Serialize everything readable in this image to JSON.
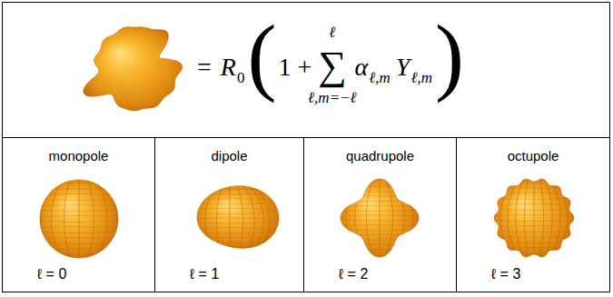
{
  "diagram": {
    "nodes": [
      {
        "text": [
          "=",
          "R",
          "0",
          "(",
          "1 +",
          "ℓ",
          "∑",
          "ℓ,m=−ℓ",
          "α",
          "ℓ,m",
          "Y",
          "ℓ,m",
          ")"
        ]
      },
      {
        "text": [
          "monopole",
          "ℓ = 0"
        ]
      },
      {
        "text": [
          "dipole",
          "ℓ = 1"
        ]
      },
      {
        "text": [
          "quadrupole",
          "ℓ = 2"
        ]
      },
      {
        "text": [
          "octupole",
          "ℓ = 3"
        ]
      }
    ]
  }
}
